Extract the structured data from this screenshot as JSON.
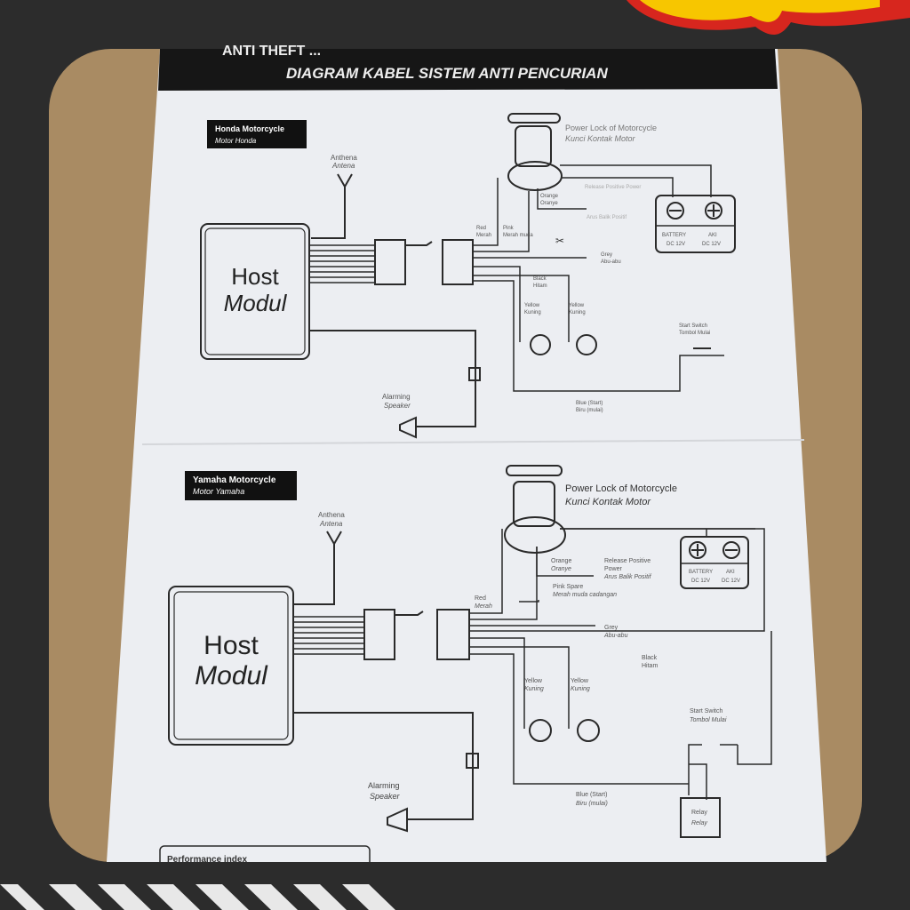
{
  "header": {
    "title_partial": "ANTI THEFT ...",
    "subtitle": "DIAGRAM KABEL SISTEM ANTI PENCURIAN"
  },
  "honda": {
    "badge_en": "Honda Motorcycle",
    "badge_id": "Motor Honda",
    "antenna_en": "Anthena",
    "antenna_id": "Antena",
    "host_line1": "Host",
    "host_line2": "Modul",
    "power_lock_en": "Power Lock of Motorcycle",
    "power_lock_id": "Kunci Kontak Motor",
    "orange_en": "Orange",
    "orange_id": "Oranye",
    "release_en": "Release Positive Power",
    "release_id": "Arus Balik Positif",
    "red_en": "Red",
    "red_id": "Merah",
    "pink_en": "Pink",
    "pink_id": "Merah muda",
    "grey_en": "Grey",
    "grey_id": "Abu-abu",
    "black_en": "Black",
    "black_id": "Hitam",
    "yellow_en": "Yellow",
    "yellow_id": "Kuning",
    "battery_en": "BATTERY",
    "battery_id": "AKI",
    "battery_v": "DC 12V",
    "start_en": "Start Switch",
    "start_id": "Tombol Mulai",
    "blue_en": "Blue (Start)",
    "blue_id": "Biru (mulai)",
    "speaker_en": "Alarming",
    "speaker_id": "Speaker"
  },
  "yamaha": {
    "badge_en": "Yamaha Motorcycle",
    "badge_id": "Motor Yamaha",
    "antenna_en": "Anthena",
    "antenna_id": "Antena",
    "host_line1": "Host",
    "host_line2": "Modul",
    "power_lock_en": "Power Lock of Motorcycle",
    "power_lock_id": "Kunci Kontak Motor",
    "orange_en": "Orange",
    "orange_id": "Oranye",
    "release_en": "Release Positive",
    "release_en2": "Power",
    "release_id": "Arus Balik Positif",
    "pink_en": "Pink Spare",
    "pink_id": "Merah muda cadangan",
    "red_en": "Red",
    "red_id": "Merah",
    "grey_en": "Grey",
    "grey_id": "Abu-abu",
    "black_en": "Black",
    "black_id": "Hitam",
    "yellow_en": "Yellow",
    "yellow_id": "Kuning",
    "battery_en": "BATTERY",
    "battery_id": "AKI",
    "battery_v": "DC 12V",
    "start_en": "Start Switch",
    "start_id": "Tombol Mulai",
    "blue_en": "Blue (Start)",
    "blue_id": "Biru (mulai)",
    "relay_en": "Relay",
    "relay_id": "Relay",
    "speaker_en": "Alarming",
    "speaker_id": "Speaker"
  },
  "footer": {
    "performance": "Performance index"
  },
  "colors": {
    "background": "#2c2c2c",
    "cardboard": "#a98b63",
    "paper": "#ecedf1",
    "flame_yellow": "#f7c600",
    "flame_red": "#d7261e",
    "stripe": "#e8e8e8"
  }
}
